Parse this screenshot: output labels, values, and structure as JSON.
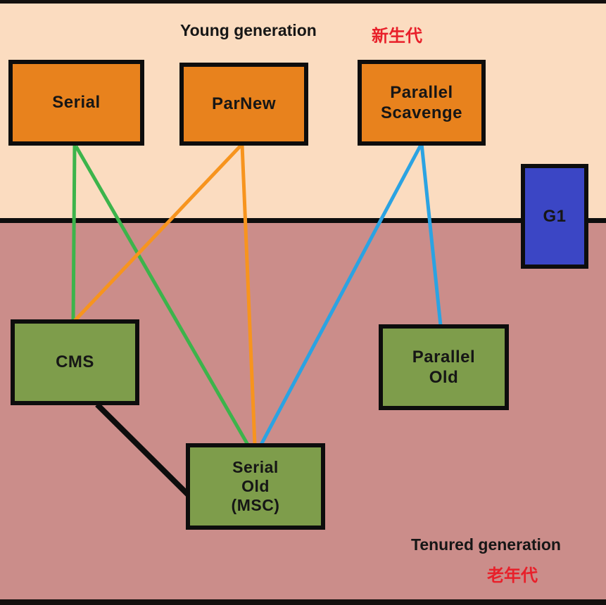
{
  "regions": {
    "young": {
      "title_en": "Young generation",
      "title_zh": "新生代",
      "bg_color": "#fbdcc0"
    },
    "tenured": {
      "title_en": "Tenured generation",
      "title_zh": "老年代",
      "bg_color": "#cb8d8a"
    }
  },
  "nodes": {
    "serial": {
      "label": "Serial",
      "fill": "#e8821d"
    },
    "parnew": {
      "label": "ParNew",
      "fill": "#e8821d"
    },
    "parallel_scavenge": {
      "label_line1": "Parallel",
      "label_line2": "Scavenge",
      "fill": "#e8821d"
    },
    "g1": {
      "label": "G1",
      "fill": "#3b46c5"
    },
    "cms": {
      "label": "CMS",
      "fill": "#7e9d4b"
    },
    "serial_old": {
      "label_line1": "Serial",
      "label_line2": "Old",
      "label_line3": "(MSC)",
      "fill": "#7e9d4b"
    },
    "parallel_old": {
      "label_line1": "Parallel",
      "label_line2": "Old",
      "fill": "#7e9d4b"
    }
  },
  "edges": {
    "serial_to_cms": {
      "color": "#3cb44b"
    },
    "serial_to_serial_old": {
      "color": "#3cb44b"
    },
    "parnew_to_cms": {
      "color": "#f7941e"
    },
    "parnew_to_serial_old": {
      "color": "#f7941e"
    },
    "parallel_scavenge_to_serial_old": {
      "color": "#2ba3e2"
    },
    "parallel_scavenge_to_parallel_old": {
      "color": "#2ba3e2"
    },
    "cms_to_serial_old": {
      "color": "#0d0d0d"
    }
  },
  "text_colors": {
    "label": "#161616",
    "chinese_red": "#e8202a"
  }
}
